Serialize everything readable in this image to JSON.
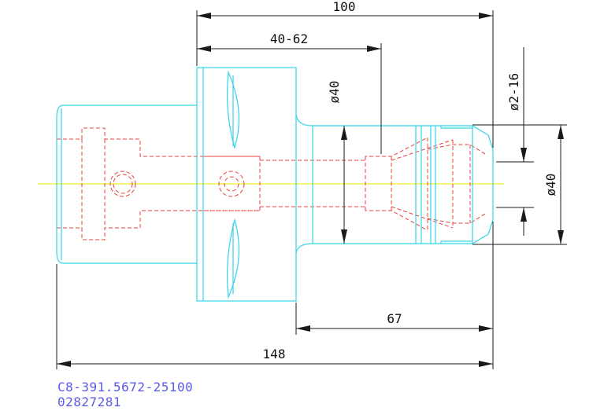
{
  "colors": {
    "background": "#ffffff",
    "body_outline": "#33d6e8",
    "hidden_lines": "#e8403a",
    "centerline": "#f0ec2a",
    "dimension": "#1a1a1a",
    "caption": "#5a5ae6"
  },
  "dimensions": {
    "overall_length": "148",
    "length_100": "100",
    "adjustment_range": "40-62",
    "projection_length": "67",
    "diameter_body": "ø40",
    "diameter_collet": "ø40",
    "clamping_range": "ø2-16"
  },
  "caption": {
    "part_number": "C8-391.5672-25100",
    "order_code": "02827281"
  }
}
